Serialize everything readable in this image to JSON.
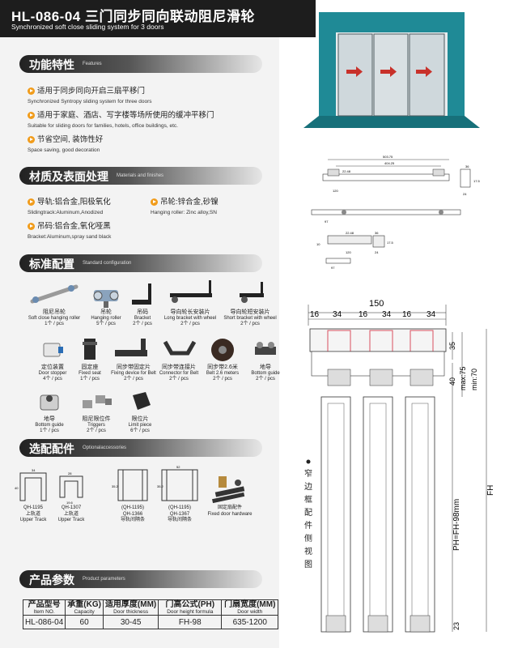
{
  "header": {
    "title": "HL-086-04 三门同步同向联动阻尼滑轮",
    "subtitle": "Synchronized soft close sliding system for 3 doors"
  },
  "features": {
    "title_cn": "功能特性",
    "title_en": "Features",
    "items": [
      {
        "cn": "适用于同步同向开启三扇平移门",
        "en": "Synchronized Syntropy sliding system for three doors"
      },
      {
        "cn": "适用于家庭、酒店、写字楼等场所使用的缓冲平移门",
        "en": "Suitable for sliding doors for families, hotels, office buildings, etc."
      },
      {
        "cn": "节省空间, 装饰性好",
        "en": "Space saving, good decoration"
      }
    ]
  },
  "materials": {
    "title_cn": "材质及表面处理",
    "title_en": "Materials and finishes",
    "items": [
      {
        "cn": "导轨:铝合金,阳极氧化",
        "en": "Slidingtrack:Aluminum,Anodized"
      },
      {
        "cn": "吊轮:锌合金,砂镍",
        "en": "Hanging roller: Zinc alloy,SN"
      },
      {
        "cn": "吊码:铝合金,氧化哑黑",
        "en": "Bracket:Aluminum,spray sand black"
      }
    ]
  },
  "standard": {
    "title_cn": "标准配置",
    "title_en": "Standard configuration",
    "parts": [
      {
        "cn": "阻尼吊轮",
        "en": "Soft close hanging roller",
        "qty": "1个 / pcs"
      },
      {
        "cn": "吊轮",
        "en": "Hanging roller",
        "qty": "5个 / pcs"
      },
      {
        "cn": "吊码",
        "en": "Bracket",
        "qty": "2个 / pcs"
      },
      {
        "cn": "导向轮长安装片",
        "en": "Long bracket with wheel",
        "qty": "2个 / pcs"
      },
      {
        "cn": "导向轮短安装片",
        "en": "Short bracket with wheel",
        "qty": "2个 / pcs"
      },
      {
        "cn": "定位装置",
        "en": "Door stopper",
        "qty": "4个 / pcs"
      },
      {
        "cn": "固定座",
        "en": "Fixed seat",
        "qty": "1个 / pcs"
      },
      {
        "cn": "同步带固定片",
        "en": "Fixing device for Belt",
        "qty": "2个 / pcs"
      },
      {
        "cn": "同步带连接片",
        "en": "Connector for Belt",
        "qty": "2个 / pcs"
      },
      {
        "cn": "同步带2.6米",
        "en": "Belt 2.6 meters",
        "qty": "2个 / pcs"
      },
      {
        "cn": "地导",
        "en": "Bottom guide",
        "qty": "2个 / pcs"
      },
      {
        "cn": "地导",
        "en": "Bottom guide",
        "qty": "1个 / pcs"
      },
      {
        "cn": "阻尼限位件",
        "en": "Triggers",
        "qty": "2个 / pcs"
      },
      {
        "cn": "限位片",
        "en": "Limit piece",
        "qty": "6个 / pcs"
      }
    ]
  },
  "optional": {
    "title_cn": "选配配件",
    "title_en": "Optionalaccessories",
    "items": [
      {
        "l1": "QH-1195",
        "l2": "上轨道",
        "l3": "Upper Track"
      },
      {
        "l1": "QH-1307",
        "l2": "上轨道",
        "l3": "Upper Track"
      },
      {
        "l1": "(QH-1195)",
        "l2": "QH-1366",
        "l3": "导轨间隔条"
      },
      {
        "l1": "(QH-1195)",
        "l2": "QH-1367",
        "l3": "导轨间隔条"
      },
      {
        "l1": "固定扇配件",
        "l2": "Fixed door hardware",
        "l3": ""
      }
    ],
    "dims": {
      "a1": "34",
      "a2": "40",
      "b1": "28",
      "b2": "19.6",
      "c1": "35.2",
      "d1": "52",
      "d2": "35.2"
    }
  },
  "params": {
    "title_cn": "产品参数",
    "title_en": "Product parameters",
    "headers": [
      {
        "cn": "产品型号",
        "en": "Item NO."
      },
      {
        "cn": "承重(KG)",
        "en": "Capacity"
      },
      {
        "cn": "适用厚度(MM)",
        "en": "Door thickness"
      },
      {
        "cn": "门高公式(PH)",
        "en": "Door height formula"
      },
      {
        "cn": "门扇宽度(MM)",
        "en": "Door width"
      }
    ],
    "values": [
      "HL-086-04",
      "60",
      "30-45",
      "FH-98",
      "635-1200"
    ]
  },
  "drawing": {
    "small": {
      "d503": "503.75",
      "d404": "404.25",
      "d2249": "22.48",
      "d120": "120",
      "d36": "36",
      "d24": "24",
      "d175": "17.5",
      "d97": "97",
      "d10": "10"
    },
    "section": {
      "width_total": "150",
      "widths": [
        "16",
        "34",
        "16",
        "34",
        "16",
        "34"
      ],
      "h35": "35",
      "max": "max:75",
      "min": "min:70",
      "h40": "40",
      "ph": "PH=FH-98mm",
      "fh": "FH",
      "h23": "23",
      "side_label": [
        "窄",
        "边",
        "框",
        "配",
        "件",
        "侧",
        "视",
        "图"
      ]
    }
  },
  "colors": {
    "teal": "#17828f",
    "orange": "#f19c1b",
    "arrow": "#c8312a"
  }
}
